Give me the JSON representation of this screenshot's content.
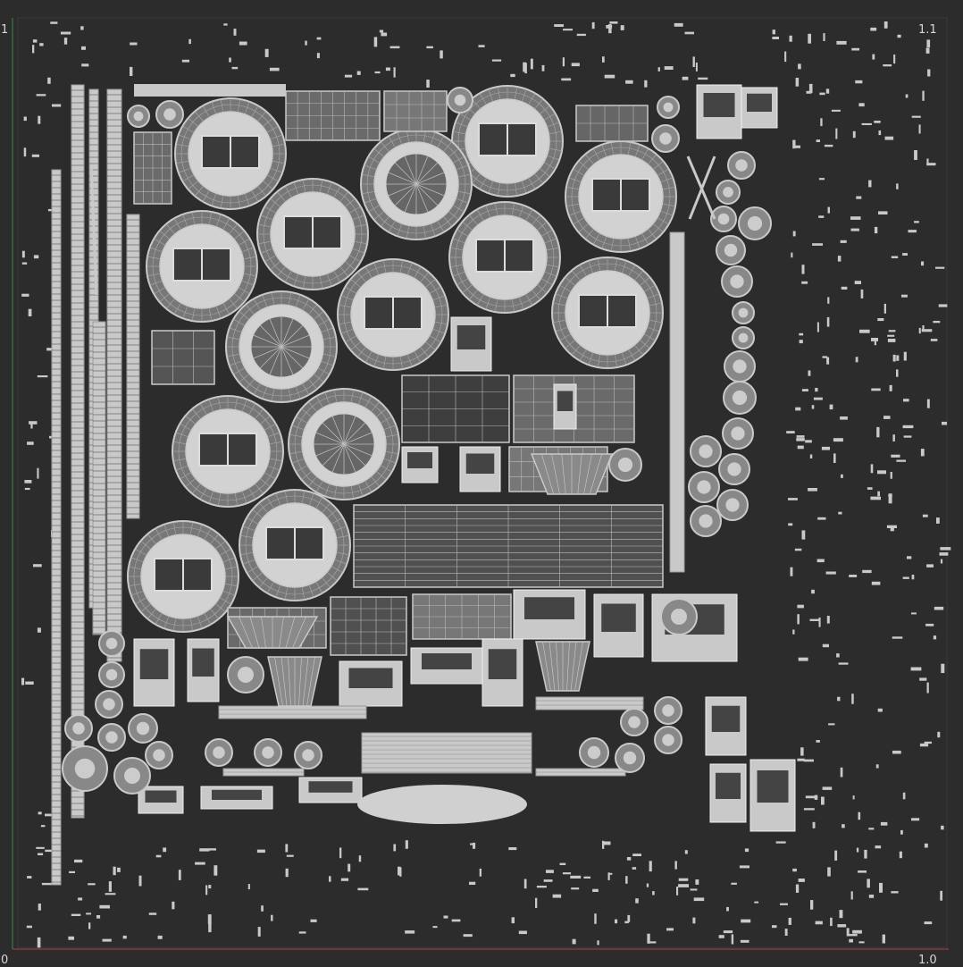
{
  "viewport": {
    "title": "",
    "corner_labels": {
      "top_left": "1",
      "top_right": "1.1",
      "bottom_left": "0",
      "bottom_right": "1.0"
    }
  },
  "colors": {
    "background": "#2c2c2c",
    "uv_fill": "#c9c9c9",
    "uv_dark": "#555555",
    "uv_edge": "#9a9a9a",
    "border_red": "#b04040",
    "border_green": "#3a8a4a"
  }
}
